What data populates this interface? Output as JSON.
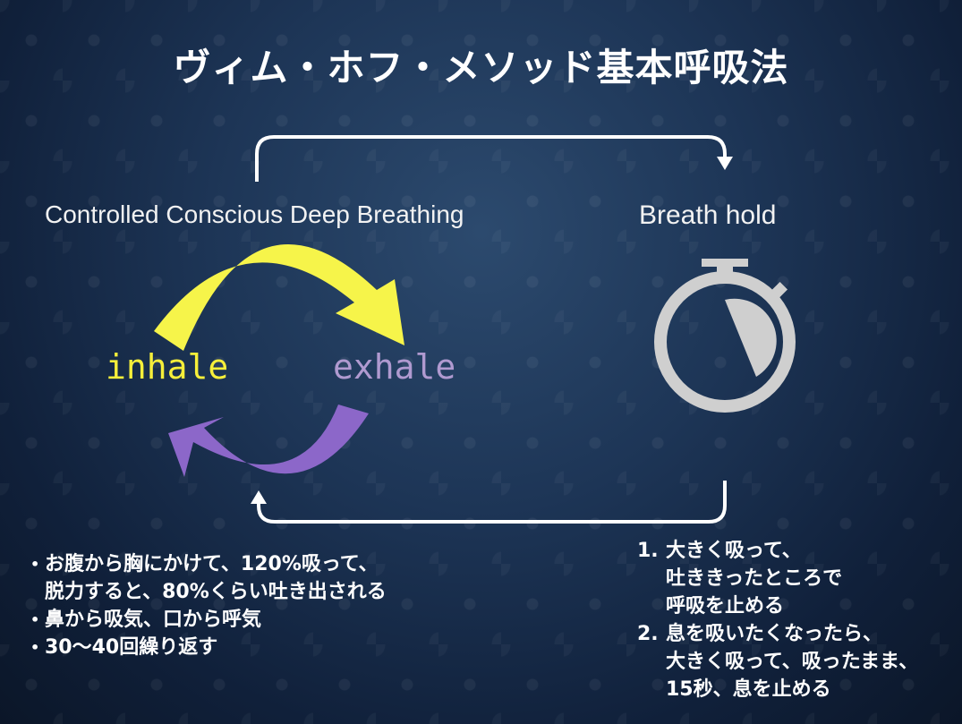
{
  "title": "ヴィム・ホフ・メソッド基本呼吸法",
  "left_label": "Controlled Conscious Deep Breathing",
  "right_label": "Breath hold",
  "inhale": "inhale",
  "exhale": "exhale",
  "colors": {
    "inhale": "#f6ef3a",
    "exhale": "#b09ad0",
    "arrow_yellow": "#f6f44a",
    "arrow_purple": "#8c67c9",
    "stopwatch": "#cfcfcf"
  },
  "icons": [
    "cycle-arrow-icon",
    "stopwatch-icon",
    "return-arrow-icon"
  ],
  "bullets": [
    {
      "lines": [
        "お腹から胸にかけて、120%吸って、",
        "脱力すると、80%くらい吐き出される"
      ]
    },
    {
      "lines": [
        "鼻から吸気、口から呼気"
      ]
    },
    {
      "lines": [
        "30〜40回繰り返す"
      ]
    }
  ],
  "steps": [
    {
      "num": "1.",
      "lines": [
        "大きく吸って、",
        "吐ききったところで",
        "呼吸を止める"
      ]
    },
    {
      "num": "2.",
      "lines": [
        "息を吸いたくなったら、",
        "大きく吸って、吸ったまま、",
        "15秒、息を止める"
      ]
    }
  ]
}
